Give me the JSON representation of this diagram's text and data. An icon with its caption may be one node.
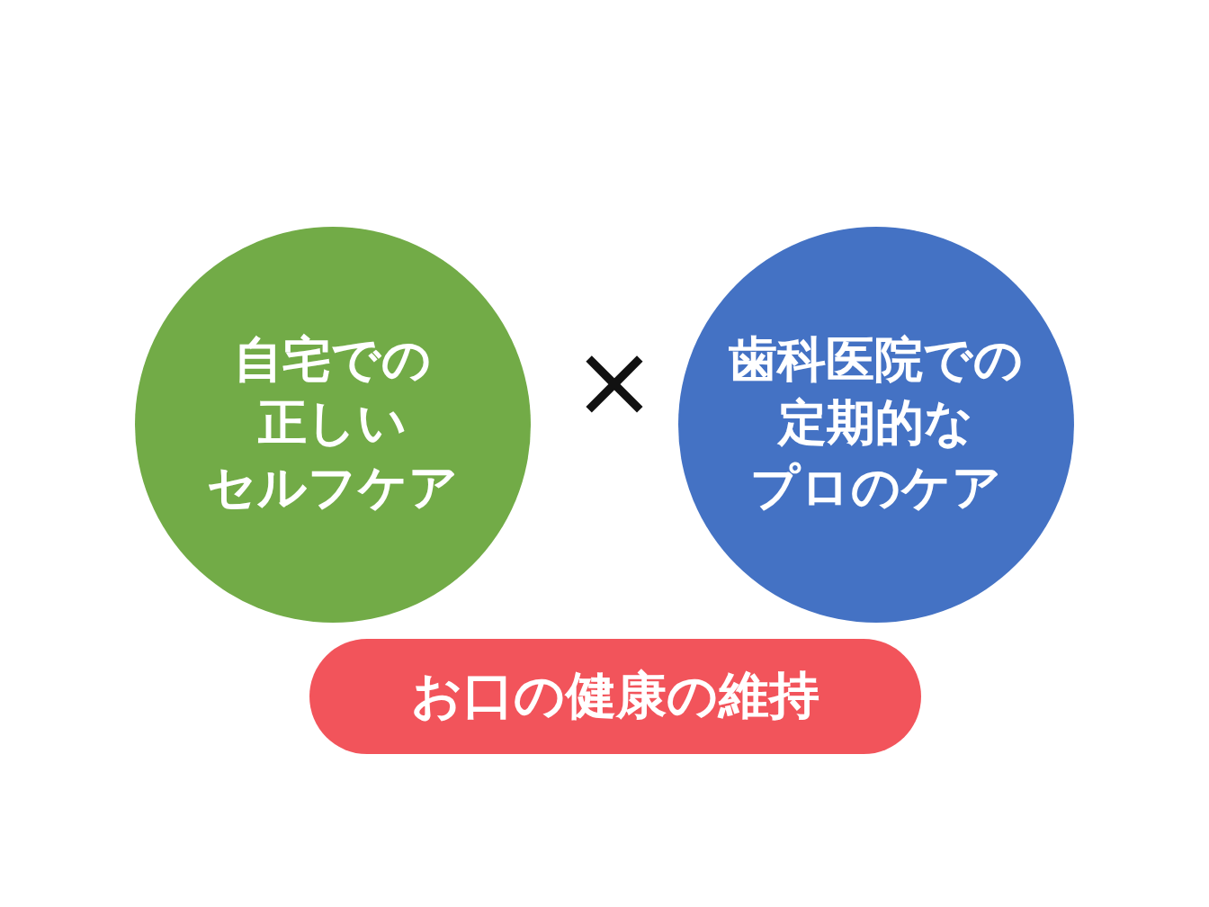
{
  "diagram": {
    "nodes": [
      {
        "text": [
          "自宅での正しいセルフケア"
        ]
      },
      {
        "text": [
          "歯科医院での定期的なプロのケア"
        ]
      },
      {
        "text": [
          "お口の健康の維持"
        ]
      }
    ],
    "labels": [
      "×"
    ]
  }
}
